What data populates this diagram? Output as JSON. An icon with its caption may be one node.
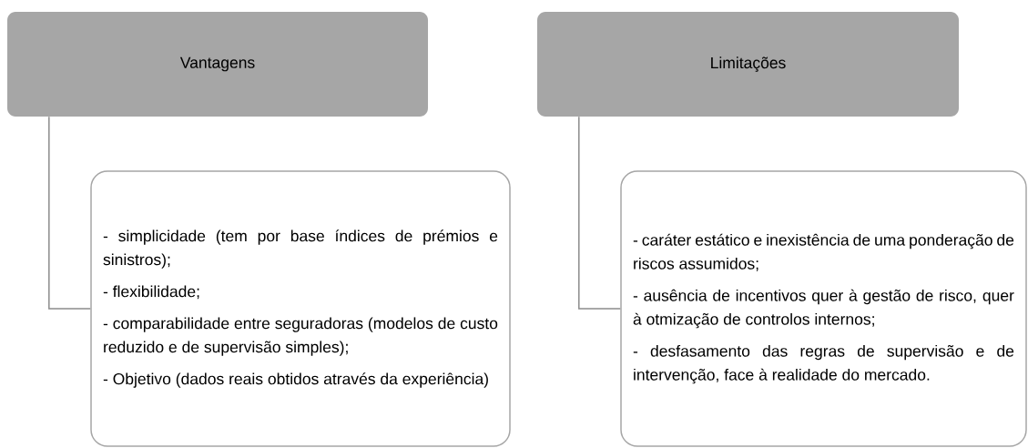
{
  "diagram": {
    "nodes": [
      {
        "text": [
          "Vantagens"
        ]
      },
      {
        "text": [
          "- simplicidade (tem por base índices de prémios e sinistros);",
          "- flexibilidade;",
          "- comparabilidade entre seguradoras (modelos de custo reduzido e de supervisão simples);",
          "- Objetivo (dados reais obtidos através da experiência)"
        ]
      },
      {
        "text": [
          "Limitações"
        ]
      },
      {
        "text": [
          "- caráter estático e inexistência de uma ponderação de riscos assumidos;",
          "- ausência de incentivos quer à gestão de risco, quer à otmização de controlos internos;",
          "- desfasamento das regras de supervisão e de intervenção, face à realidade do mercado."
        ]
      }
    ],
    "edges": [
      {
        "from": 0,
        "to": 1,
        "arrow": "none"
      },
      {
        "from": 2,
        "to": 3,
        "arrow": "none"
      }
    ]
  }
}
